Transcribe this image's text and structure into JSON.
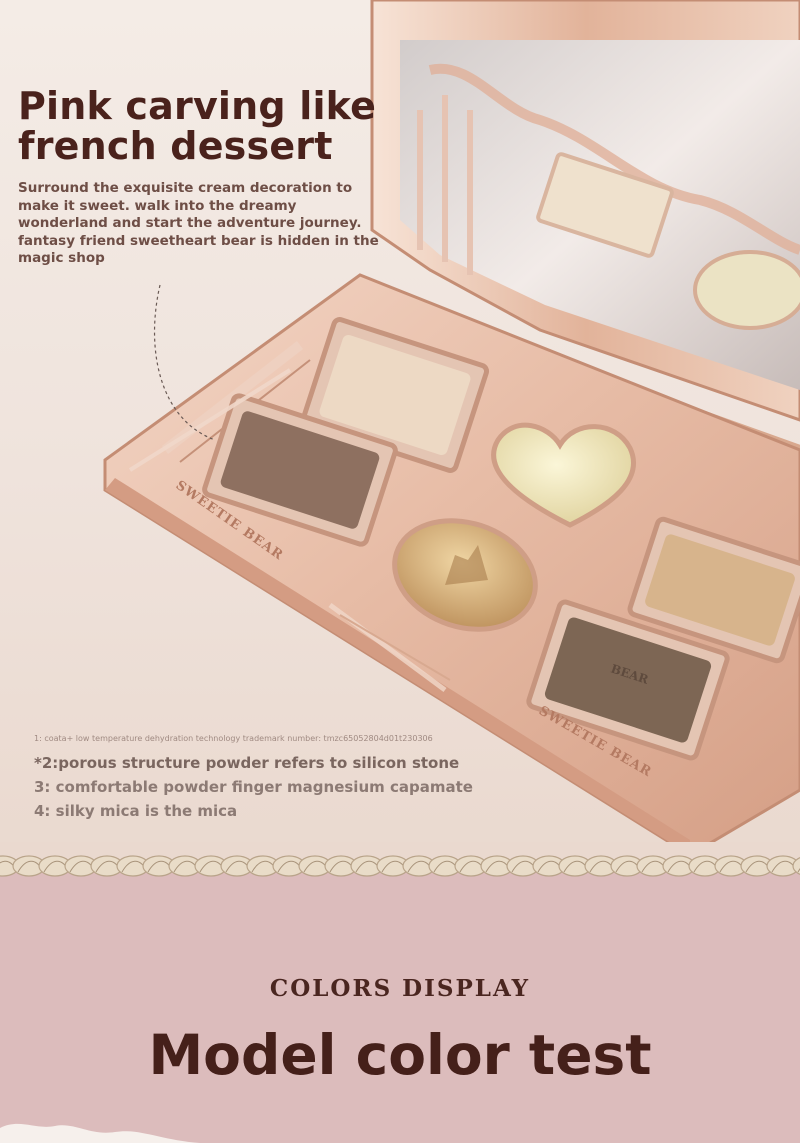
{
  "hero": {
    "headline": "Pink carving like french dessert",
    "intro": "Surround the exquisite cream decoration to make it sweet. walk into the dreamy wonderland and start the adventure journey. fantasy friend sweetheart bear is hidden in the magic shop"
  },
  "product": {
    "engraving_left": "SWEETIE BEAR",
    "engraving_right": "SWEETIE BEAR",
    "pan_labels": [
      "BEAR"
    ],
    "shade_colors": [
      "#edd9c4",
      "#8e7060",
      "#ece0b0",
      "#c79c65",
      "#d7b48c",
      "#7d6654"
    ],
    "case_color": "#e8c1ad"
  },
  "notes": {
    "fine_print": "1: coata+ low temperature dehydration technology trademark number: tmzc65052804d01t230306",
    "items": [
      "*2:porous structure powder refers to silicon stone",
      "3: comfortable powder finger magnesium capamate",
      "4: silky mica is the mica"
    ]
  },
  "section": {
    "label": "COLORS DISPLAY",
    "title": "Model color test"
  }
}
